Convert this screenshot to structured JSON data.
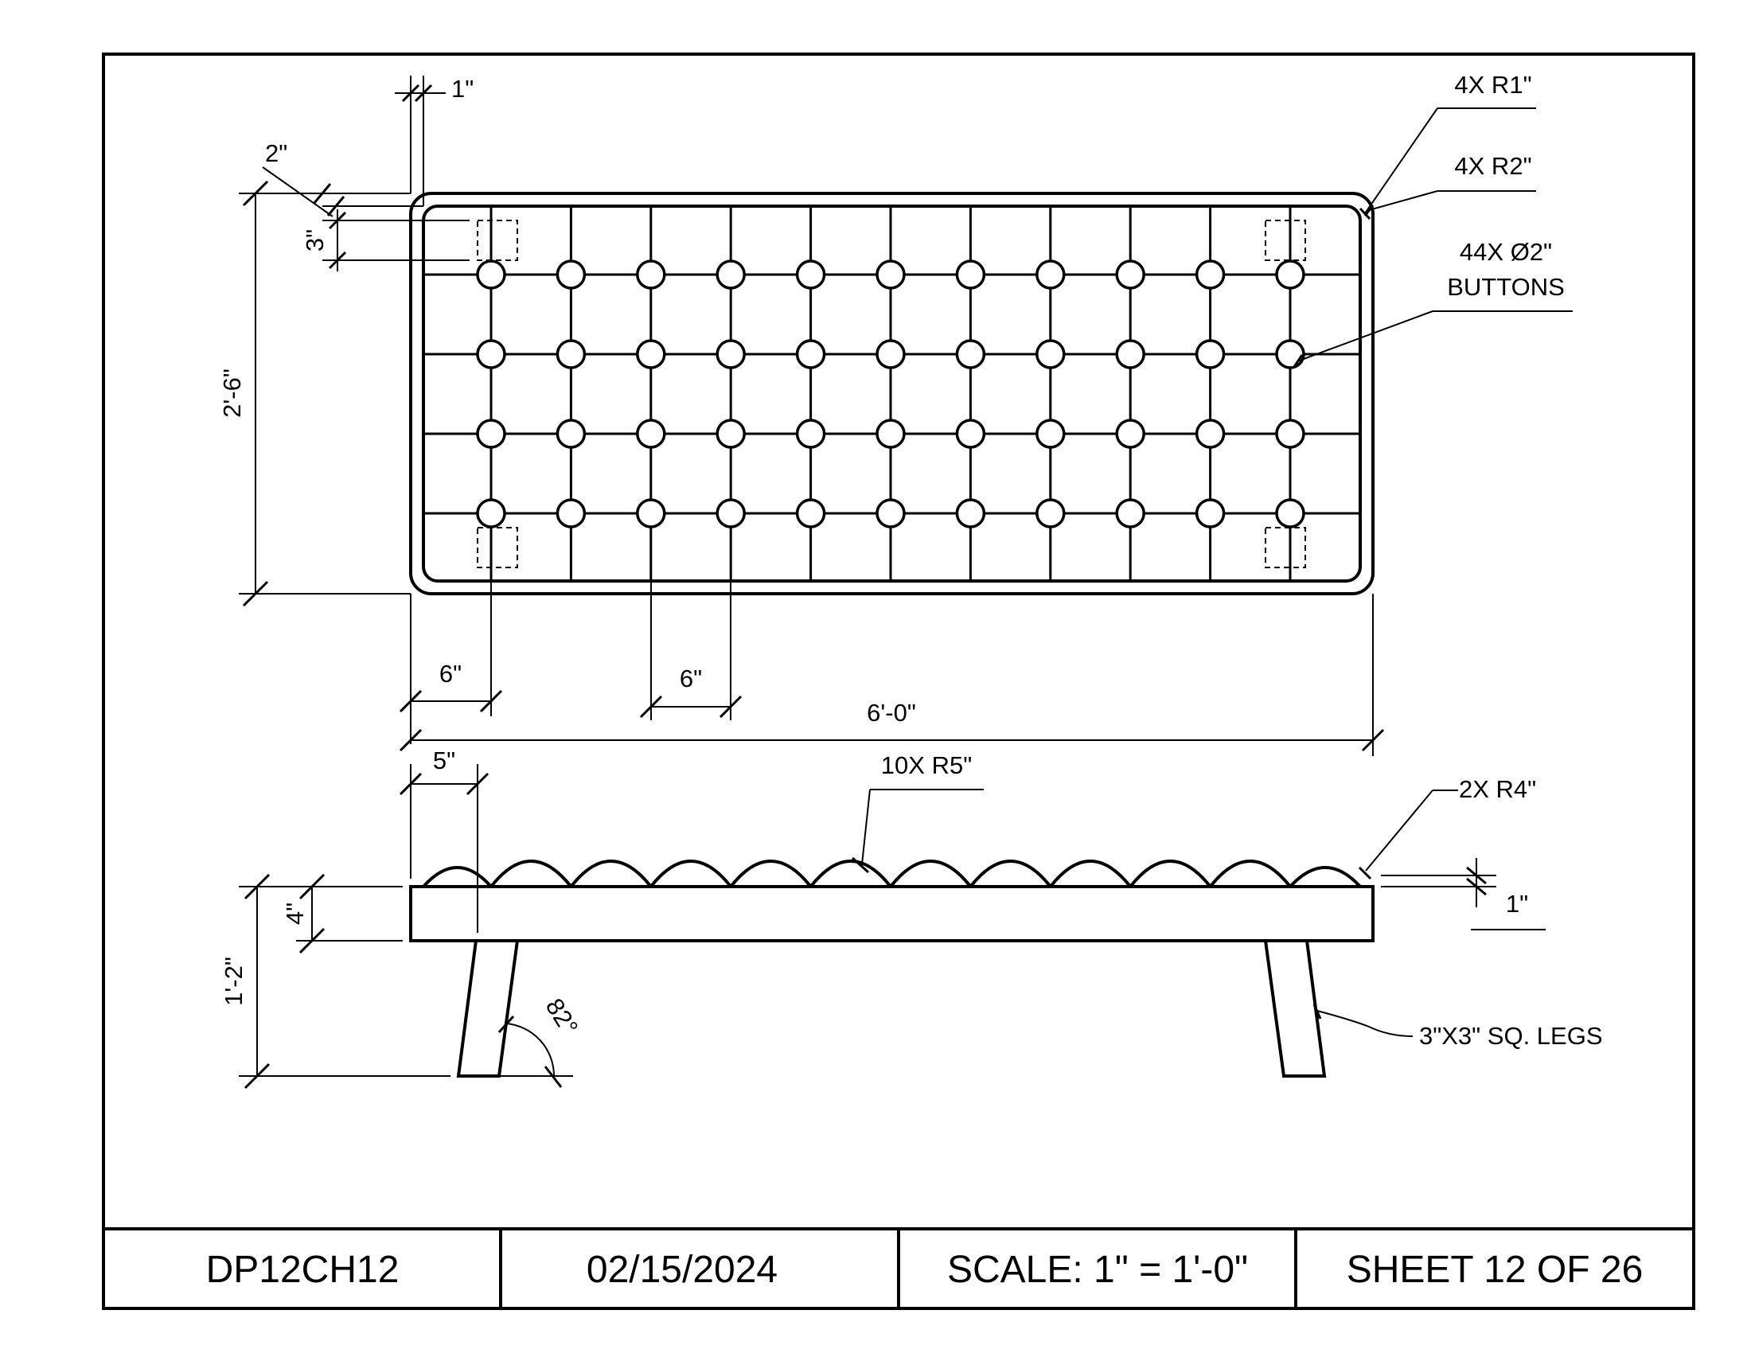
{
  "drawing": {
    "top_view": {
      "dims": {
        "wall": "1\"",
        "edge_offset": "2\"",
        "row_offset": "3\"",
        "depth": "2'-6\"",
        "col_offset": "6\"",
        "col_spacing": "6\"",
        "length": "6'-0\""
      },
      "callouts": {
        "outer_radius": "4X R1\"",
        "inner_radius": "4X R2\"",
        "buttons_line1": "44X Ø2\"",
        "buttons_line2": "BUTTONS"
      },
      "button_grid": {
        "columns": 11,
        "rows": 4
      }
    },
    "side_view": {
      "dims": {
        "arc_start": "5\"",
        "height": "1'-2\"",
        "seat_thickness": "4\"",
        "cushion_height": "1\"",
        "leg_angle": "82°"
      },
      "callouts": {
        "cushion_arcs": "10X R5\"",
        "end_arcs": "2X R4\"",
        "legs": "3\"X3\" SQ. LEGS"
      },
      "cushion_arc_count": 12
    }
  },
  "title_block": {
    "drawing_number": "DP12CH12",
    "date": "02/15/2024",
    "scale": "SCALE: 1\" = 1'-0\"",
    "sheet": "SHEET 12 OF 26"
  }
}
